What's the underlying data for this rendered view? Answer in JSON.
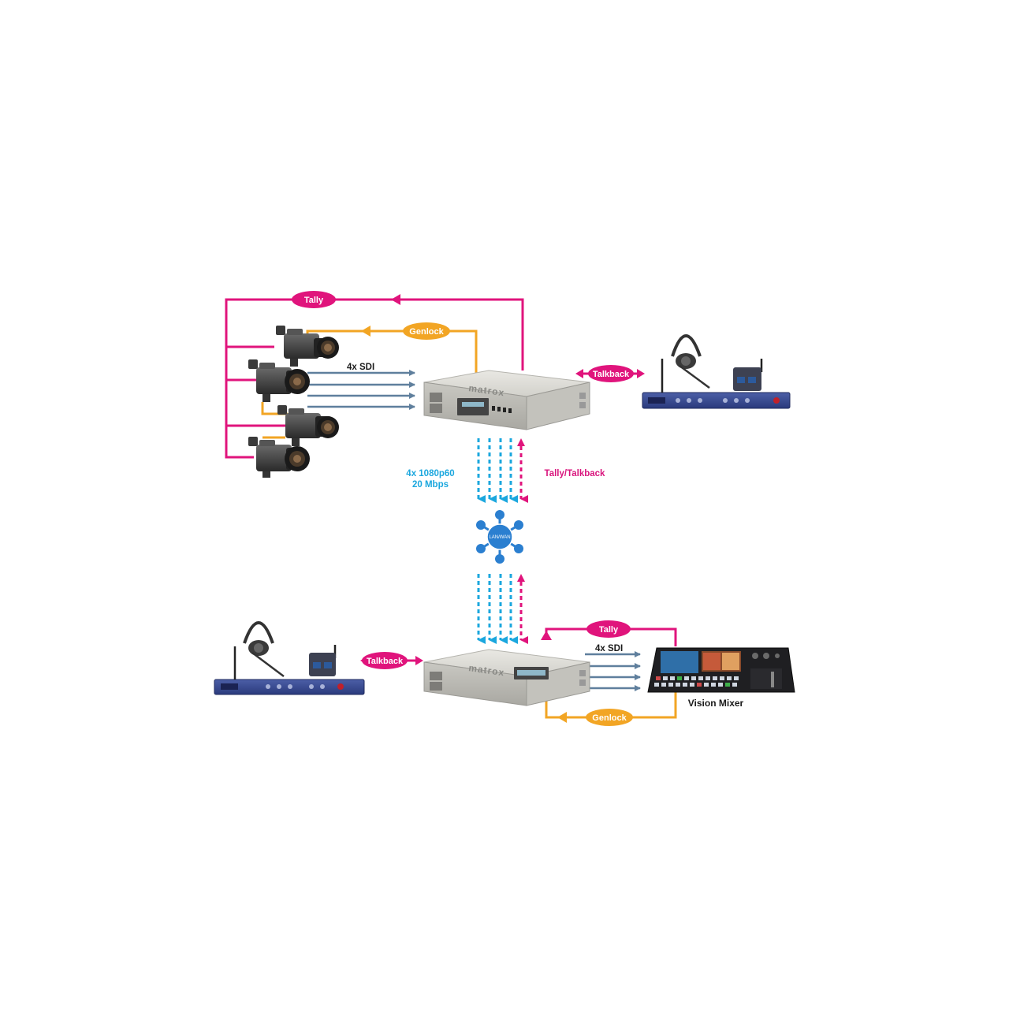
{
  "links": {
    "tally": "Tally",
    "genlock": "Genlock",
    "talkback": "Talkback",
    "sdi": "4x SDI"
  },
  "stream": {
    "line1": "4x 1080p60",
    "line2": "20 Mbps"
  },
  "tally_talkback": "Tally/Talkback",
  "network": "LAN/WAN",
  "device_brand": "matrox",
  "vision_mixer": "Vision Mixer",
  "colors": {
    "tally": "#e0147c",
    "genlock": "#f2a524",
    "sdi": "#5f7f9d",
    "stream": "#1ba7de",
    "network": "#2b7fd0"
  }
}
